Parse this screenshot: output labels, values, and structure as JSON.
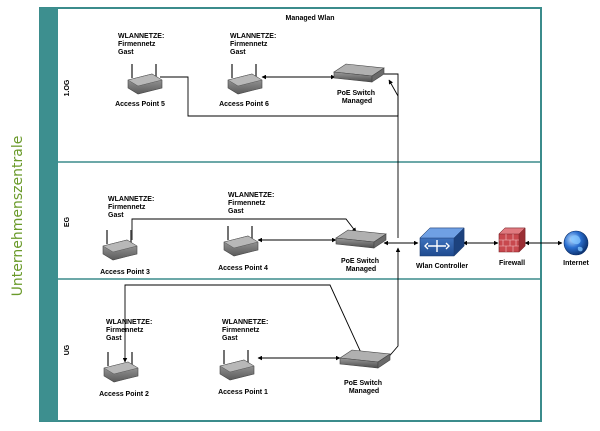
{
  "diagram": {
    "title": "Managed Wlan",
    "organization": "Unternehmenszentrale",
    "colors": {
      "border": "#3b8c8c",
      "sidebar": "#3d8f8f",
      "side_text": "#6a9a2a",
      "device_grey": "#6e6e6e",
      "firewall_red": "#c8484e",
      "controller_blue": "#2a5a9e",
      "globe_blue": "#2a6fd0"
    },
    "lanes": [
      {
        "label": "1.OG"
      },
      {
        "label": "EG"
      },
      {
        "label": "UG"
      }
    ],
    "wlan_label_lines": [
      "WLANNETZE:",
      "Firmennetz",
      "Gast"
    ],
    "access_points": [
      {
        "label": "Access Point 5"
      },
      {
        "label": "Access Point 6"
      },
      {
        "label": "Access Point 3"
      },
      {
        "label": "Access Point 4"
      },
      {
        "label": "Access Point 2"
      },
      {
        "label": "Access Point 1"
      }
    ],
    "switches": [
      {
        "line1": "PoE Switch",
        "line2": "Managed"
      },
      {
        "line1": "PoE Switch",
        "line2": "Managed"
      },
      {
        "line1": "PoE Switch",
        "line2": "Managed"
      }
    ],
    "controller": {
      "label": "Wlan Controller",
      "icon": "wlan-controller-icon"
    },
    "firewall": {
      "label": "Firewall",
      "icon": "firewall-icon"
    },
    "internet": {
      "label": "Internet",
      "icon": "globe-icon"
    }
  }
}
